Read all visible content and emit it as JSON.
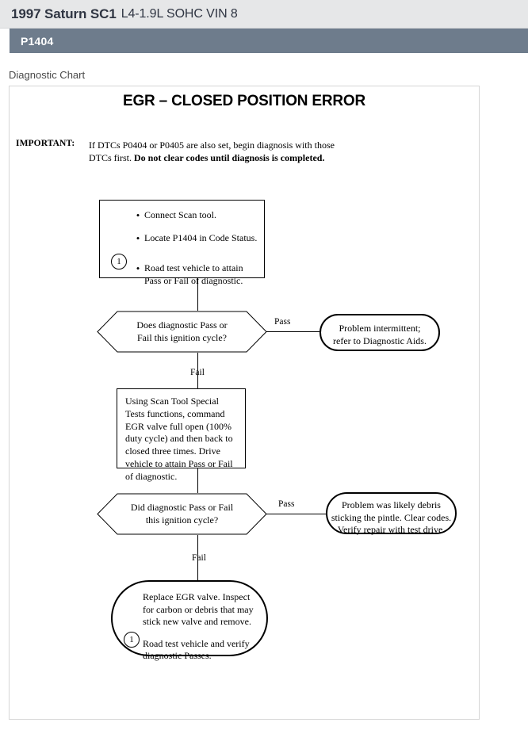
{
  "header": {
    "vehicle_model": "1997 Saturn SC1",
    "vehicle_engine": "L4-1.9L SOHC VIN 8"
  },
  "code_bar": {
    "code": "P1404"
  },
  "section": {
    "label": "Diagnostic Chart"
  },
  "chart": {
    "title": "EGR – CLOSED POSITION ERROR",
    "important": {
      "label": "IMPORTANT:",
      "line1": "If DTCs P0404 or P0405 are also set, begin diagnosis with those",
      "line2_normal": "DTCs first. ",
      "line2_bold": "Do not clear codes until diagnosis is completed."
    },
    "box1": {
      "step_marker": "1",
      "bullets": [
        "Connect Scan tool.",
        "Locate P1404 in Code Status.",
        "Road test vehicle to attain Pass or Fail of diagnostic."
      ]
    },
    "decision1": {
      "line1": "Does diagnostic Pass or",
      "line2": "Fail this ignition cycle?",
      "pass_label": "Pass",
      "fail_label": "Fail"
    },
    "oval1": {
      "line1": "Problem intermittent;",
      "line2": "refer  to Diagnostic Aids."
    },
    "box2": {
      "text": "Using Scan Tool Special Tests functions, command EGR valve full open (100% duty cycle) and then back to closed three times. Drive vehicle to attain Pass or Fail of diagnostic."
    },
    "decision2": {
      "line1": "Did diagnostic Pass or Fail",
      "line2": "this ignition cycle?",
      "pass_label": "Pass",
      "fail_label": "Fail"
    },
    "oval2": {
      "line1": "Problem was likely debris",
      "line2": "sticking the pintle. Clear codes.",
      "line3": "Verify repair with test drive."
    },
    "oval3": {
      "step_marker": "1",
      "line1": "Replace EGR valve. Inspect",
      "line2": "for carbon or debris that may",
      "line3": "stick new valve and remove.",
      "line4": "Road test vehicle and verify",
      "line5": "diagnostic Passes."
    }
  },
  "colors": {
    "header_bg": "#e6e7e8",
    "code_bar_bg": "#6e7c8c",
    "header_text": "#2f3542",
    "chart_border": "#d6d6d6",
    "ink": "#000000"
  }
}
